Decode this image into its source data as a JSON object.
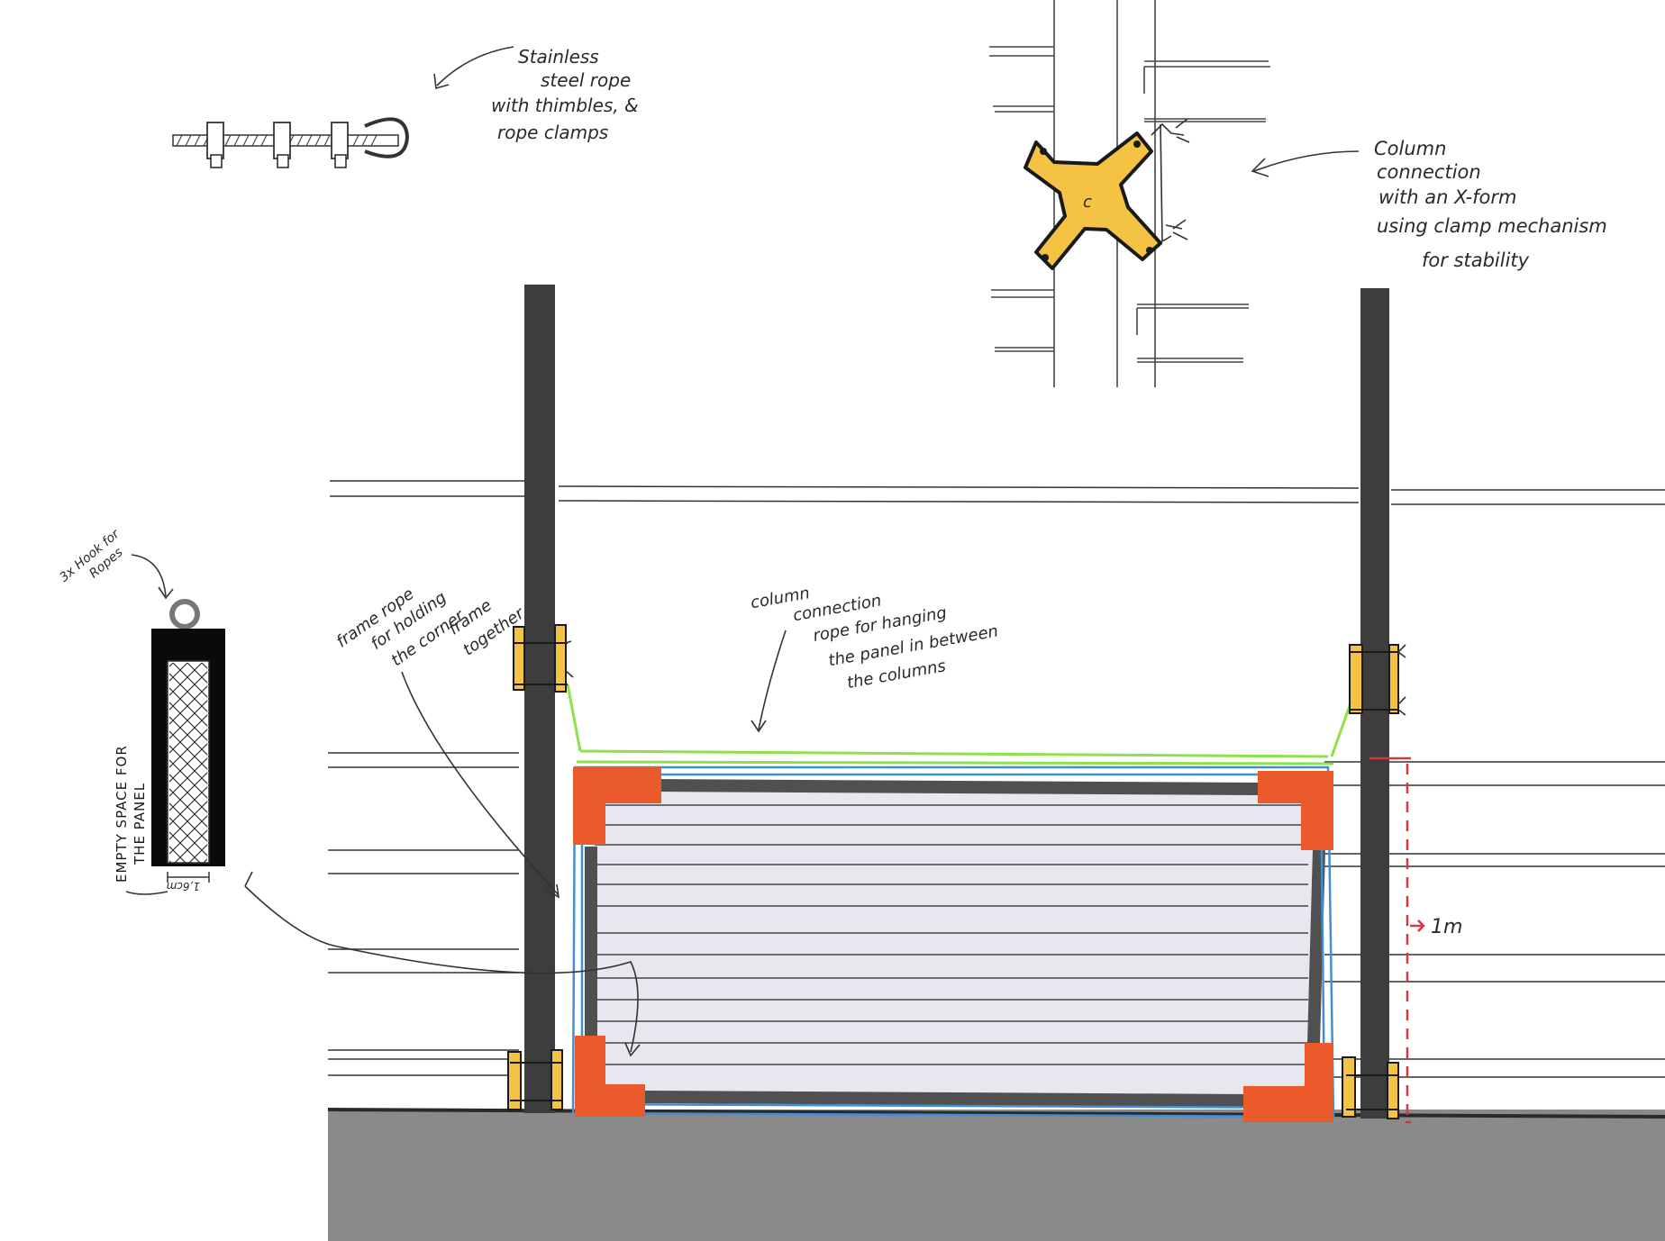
{
  "annotations": {
    "rope": [
      "Stainless",
      "steel rope",
      "with thimbles, &",
      "rope clamps"
    ],
    "x_connection": [
      "Column",
      "connection",
      "with an X-form",
      "using clamp mechanism",
      "for stability"
    ],
    "hook": [
      "3x Hook for",
      "Ropes"
    ],
    "empty_space": [
      "EMPTY SPACE FOR",
      "THE PANEL"
    ],
    "width_label": "1,6cm",
    "frame_rope": [
      "frame rope",
      "for holding",
      "the corner",
      "frame",
      "together"
    ],
    "hanging_rope": [
      "column",
      "connection",
      "rope for hanging",
      "the panel in between",
      "the columns"
    ],
    "height_label": "1m",
    "x_clamp_letter": "c"
  },
  "colors": {
    "column": "#3d3d3d",
    "clamp": "#f4c344",
    "corner": "#ea5a2a",
    "frame_rope": "#3f8fd8",
    "hanging_rope": "#8fe04a",
    "ground": "#8a8a8a",
    "panel": "#e8e6ee",
    "dimension": "#d9363e"
  }
}
